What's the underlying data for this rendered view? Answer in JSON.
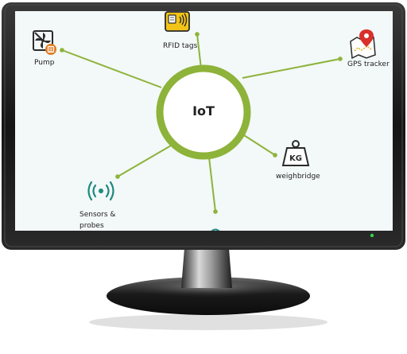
{
  "diagram": {
    "center": "IoT",
    "nodes": {
      "pump": {
        "label": "Pump",
        "icon": "pump-fan-icon"
      },
      "rfid": {
        "label": "RFID tags",
        "icon": "rfid-card-icon"
      },
      "gps": {
        "label": "GPS tracker",
        "icon": "map-pin-icon"
      },
      "weighbridge": {
        "label": "weighbridge",
        "icon_text": "KG",
        "icon": "weight-icon"
      },
      "sensors": {
        "label_line1": "Sensors &",
        "label_line2": "probes",
        "icon": "wireless-sensor-icon"
      }
    },
    "colors": {
      "accent": "#8db33a",
      "screen": "#f3f8f8",
      "bezel": "#1c1c1c",
      "icon_dark": "#2b2b2b",
      "orange": "#e07b22",
      "teal": "#1e8a80"
    }
  }
}
